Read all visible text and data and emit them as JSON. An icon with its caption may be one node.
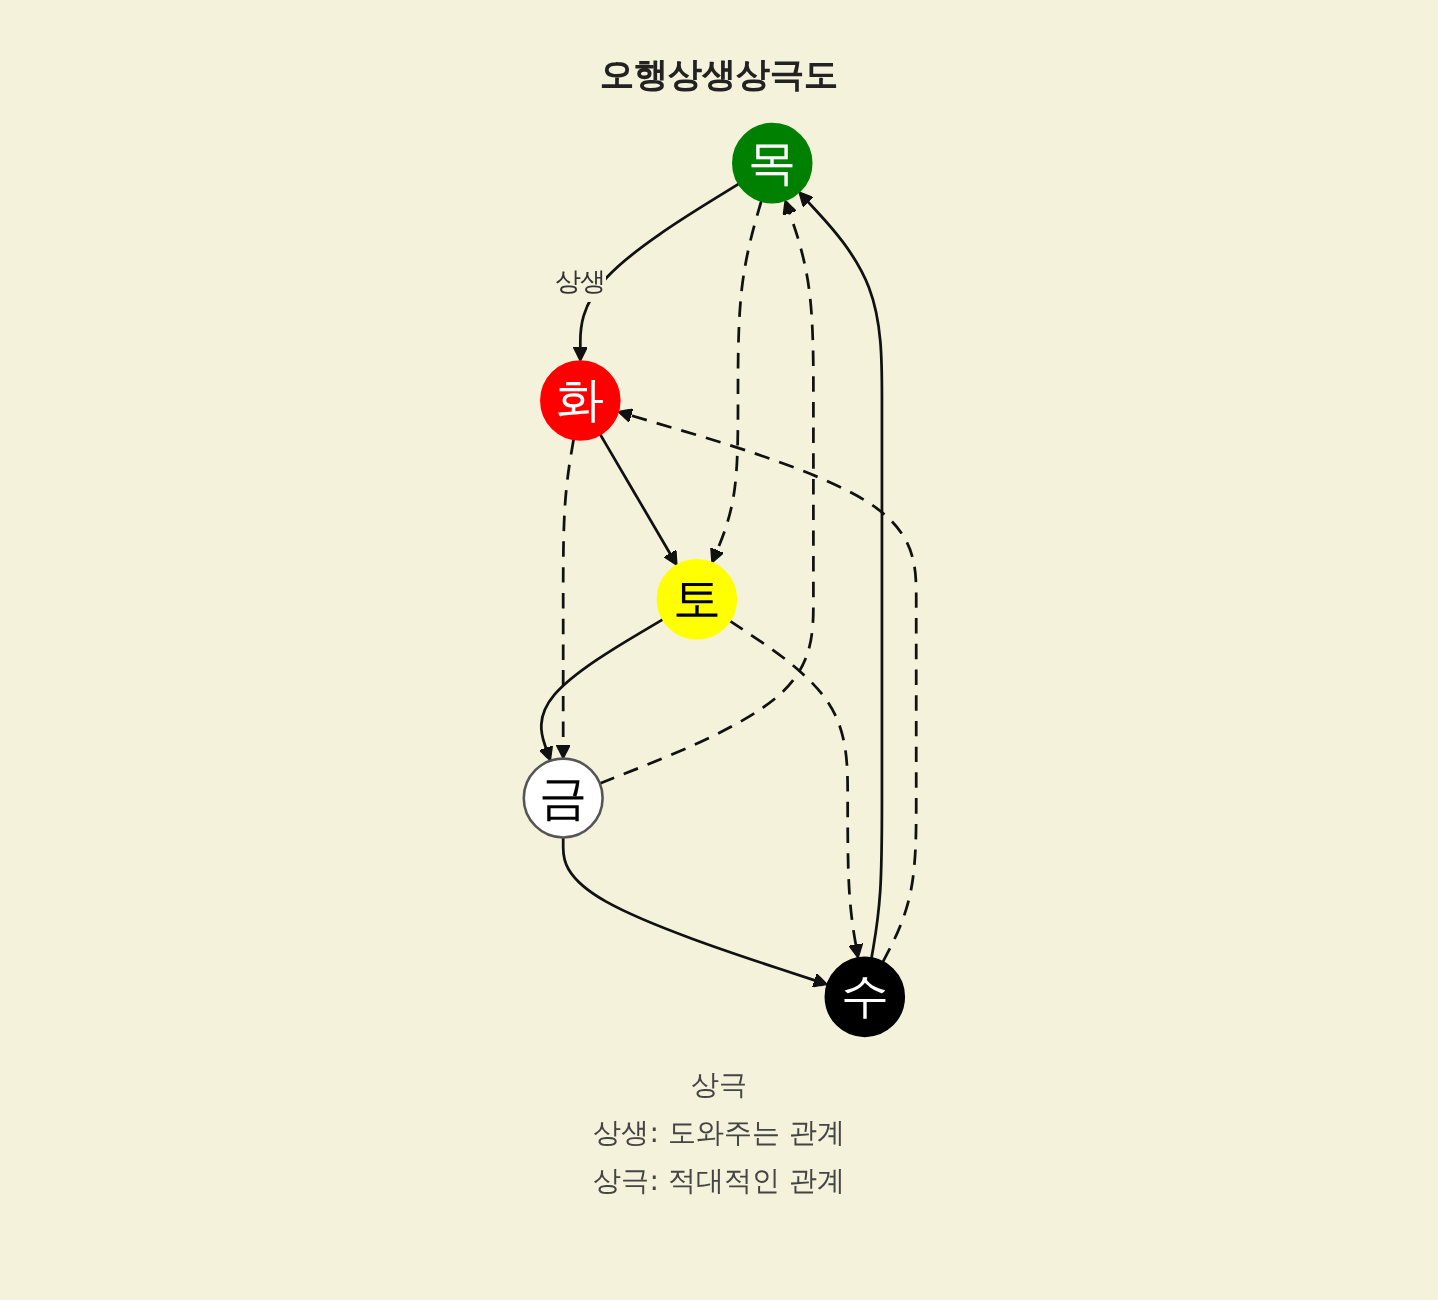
{
  "diagram": {
    "title": "오행상생상극도",
    "nodes": [
      {
        "text": [
          "목"
        ]
      },
      {
        "text": [
          "수"
        ]
      },
      {
        "text": [
          "화"
        ]
      },
      {
        "text": [
          "금"
        ]
      },
      {
        "text": [
          "토"
        ]
      }
    ],
    "edges": [
      {
        "from": 0,
        "to": 2,
        "arrow": "to",
        "label": "상생"
      },
      {
        "from": 2,
        "to": 4,
        "arrow": "to"
      },
      {
        "from": 4,
        "to": 3,
        "arrow": "to"
      },
      {
        "from": 3,
        "to": 1,
        "arrow": "to"
      },
      {
        "from": 1,
        "to": 0,
        "arrow": "to"
      },
      {
        "from": 0,
        "to": 4,
        "arrow": "to",
        "style": "dashed"
      },
      {
        "from": 4,
        "to": 1,
        "arrow": "to",
        "style": "dashed"
      },
      {
        "from": 1,
        "to": 2,
        "arrow": "to",
        "style": "dashed"
      },
      {
        "from": 2,
        "to": 3,
        "arrow": "to",
        "style": "dashed"
      },
      {
        "from": 3,
        "to": 0,
        "arrow": "to",
        "style": "dashed"
      }
    ],
    "labels": [
      "상극",
      "상생: 도와주는 관계",
      "상극: 적대적인 관계"
    ]
  }
}
